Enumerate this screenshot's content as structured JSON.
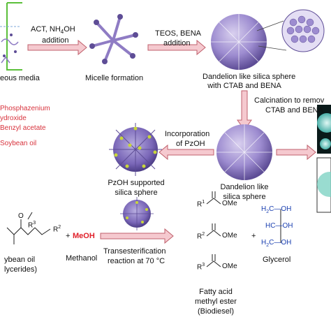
{
  "step1": {
    "reagents": "ACT, NH",
    "sub": "4",
    "reagents_end": "OH",
    "action": "addition"
  },
  "media_label": "eous media",
  "micelle_label": "Micelle formation",
  "step2": {
    "line1": "TEOS, BENA",
    "line2": "addition"
  },
  "dandelion_ctab": {
    "line1": "Dandelion like silica sphere",
    "line2": "with CTAB and BENA"
  },
  "calcination": {
    "line1": "Calcination to remov",
    "line2": "CTAB and BENA"
  },
  "incorporation": {
    "line1": "Incorporation",
    "line2": "of PzOH"
  },
  "pzoh_sphere": {
    "line1": "PzOH supported",
    "line2": "silica sphere"
  },
  "dandelion": {
    "line1": "Dandelion like",
    "line2": "silica sphere"
  },
  "legend": {
    "item1": "Phosphazenium",
    "item2": "ydroxide",
    "item3": "Benzyl acetate",
    "item4": "Soybean oil"
  },
  "reaction": {
    "oil_line1": "ybean oil",
    "oil_line2": "lycerides)",
    "plus": "+",
    "meoh": "MeOH",
    "methanol": "Methanol",
    "cond_line1": "Transesterification",
    "cond_line2": "reaction at 70 °C",
    "r1": "R",
    "r1_sup": "1",
    "r2": "R",
    "r2_sup": "2",
    "r3": "R",
    "r3_sup": "3",
    "ome": "OMe",
    "plus2": "+",
    "glycerol_h2c": "H",
    "glycerol_oh": "OH",
    "glycerol": "Glycerol",
    "fame_line1": "Fatty acid",
    "fame_line2": "methyl ester",
    "fame_line3": "(Biodiesel)",
    "r2_ring": "R",
    "r3_ring": "R",
    "oil_o": "O"
  },
  "colors": {
    "arrow_fill": "#f5c9cf",
    "arrow_stroke": "#c0606c",
    "sphere": "#8f7cc4",
    "sphere_dark": "#5e4d96",
    "legend_red": "#d8333d",
    "media_line": "#5bbf3a",
    "meoh_red": "#e0202a"
  }
}
